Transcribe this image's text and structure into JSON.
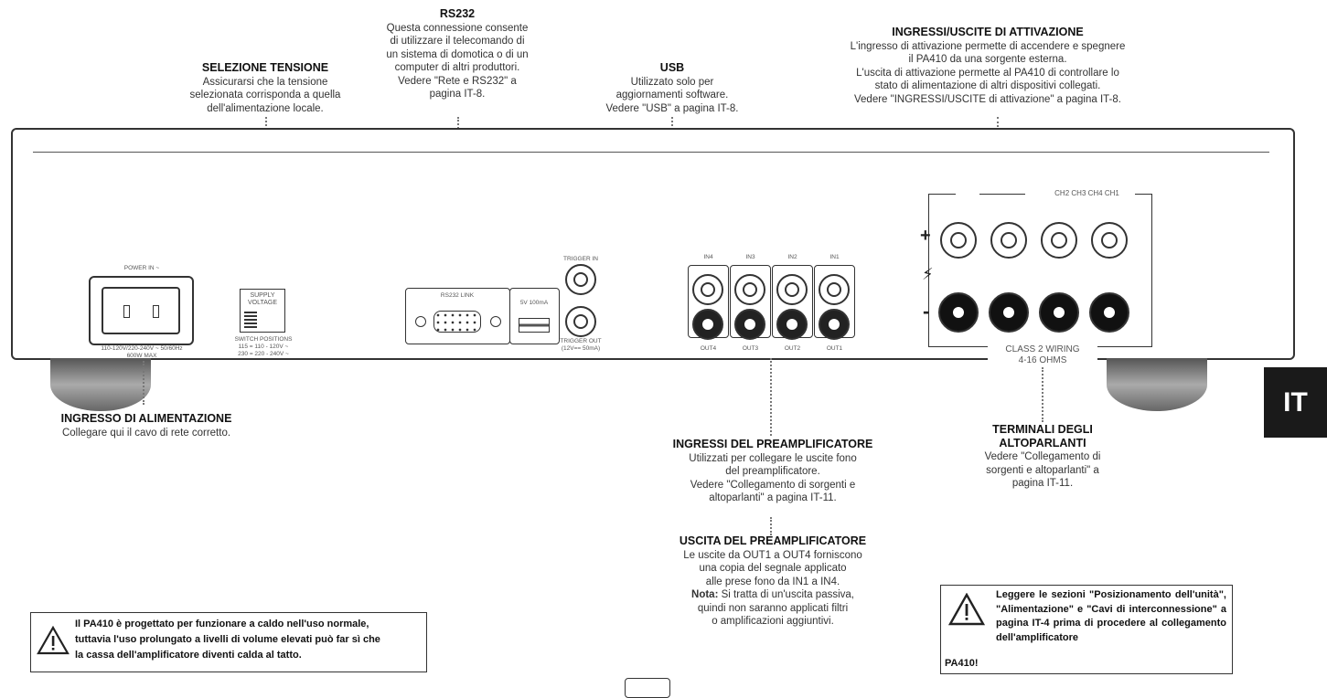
{
  "labels": {
    "rs232": {
      "heading": "RS232",
      "text": "Questa connessione consente\ndi utilizzare il telecomando di\nun sistema di domotica o di un\ncomputer di altri produttori.\nVedere \"Rete e RS232\" a\npagina IT-8."
    },
    "supply": {
      "heading": "SELEZIONE TENSIONE",
      "text": "Assicurarsi che la tensione\nselezionata corrisponda a quella\ndell'alimentazione locale."
    },
    "usb": {
      "heading": "USB",
      "text": "Utilizzato solo per\naggiornamenti software.\nVedere \"USB\" a pagina IT-8."
    },
    "trigger": {
      "heading": "INGRESSI/USCITE DI ATTIVAZIONE",
      "text": "L'ingresso di attivazione permette di accendere e spegnere\nil PA410 da una sorgente esterna.\nL'uscita di attivazione permette al PA410 di controllare lo\nstato di alimentazione di altri dispositivi collegati.\nVedere \"INGRESSI/USCITE di attivazione\" a pagina IT-8."
    },
    "power": {
      "heading": "INGRESSO DI ALIMENTAZIONE",
      "text": "Collegare qui il cavo di rete corretto."
    },
    "preamp_in": {
      "heading": "INGRESSI DEL PREAMPLIFICATORE",
      "text": "Utilizzati per collegare le uscite fono\ndel preamplificatore.\nVedere \"Collegamento di sorgenti e\naltoparlanti\" a pagina IT-11."
    },
    "preamp_out": {
      "heading": "USCITA DEL PREAMPLIFICATORE",
      "text": "Le uscite da OUT1 a OUT4 forniscono\nuna copia del segnale applicato\nalle prese fono da IN1 a IN4.",
      "note_label": "Nota:",
      "note": " Si tratta di un'uscita passiva,\nquindi non saranno applicati filtri\no amplificazioni aggiuntivi."
    },
    "speakers": {
      "heading": "TERMINALI DEGLI\nALTOPARLANTI",
      "text": "Vedere \"Collegamento di\nsorgenti e altoparlanti\" a\npagina IT-11."
    }
  },
  "panel": {
    "power_inlet": "POWER IN ~",
    "power_rating": "110-120V/220-240V ~ 50/60Hz\n600W MAX",
    "supply_switch": "SUPPLY\nVOLTAGE",
    "switch_positions": "SWITCH POSITIONS\n115 = 110 - 120V ~\n230 = 220 - 240V ~",
    "rs232_port": "RS232 LINK",
    "usb_port": "5V  100mA",
    "trigger_in": "TRIGGER IN",
    "trigger_out": "TRIGGER OUT\n(12V== 50mA)",
    "inputs": [
      "IN4",
      "IN3",
      "IN2",
      "IN1"
    ],
    "outputs": [
      "OUT4",
      "OUT3",
      "OUT2",
      "OUT1"
    ],
    "channels": "CH2  CH3  CH4  CH1",
    "plus": "+",
    "minus": "-",
    "class2": "CLASS 2 WIRING\n4-16 OHMS"
  },
  "warnings": {
    "left": "Il PA410 è progettato per funzionare a caldo nell'uso normale,\ntuttavia l'uso prolungato a livelli di volume elevati può far sì che\nla cassa dell'amplificatore diventi calda al tatto.",
    "right": "Leggere le sezioni \"Posizionamento dell'unità\", \"Alimentazione\" e \"Cavi di interconnessione\" a pagina IT-4 prima di procedere al collegamento dell'amplificatore",
    "right_end": "PA410!"
  },
  "tab": "IT"
}
